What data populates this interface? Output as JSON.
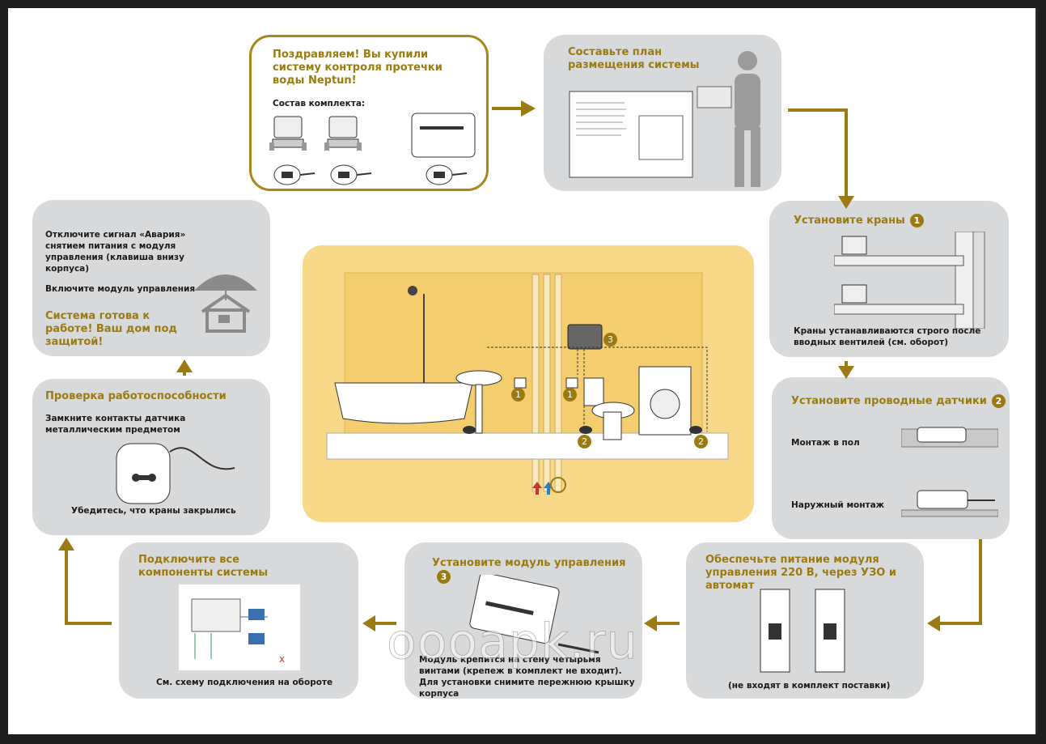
{
  "steps": {
    "congrats": {
      "title": "Поздравляем! Вы купили систему контроля протечки воды Neptun!",
      "kit_label": "Состав комплекта:"
    },
    "plan": {
      "title": "Составьте план размещения системы"
    },
    "valves": {
      "title": "Установите краны",
      "num": "1",
      "note": "Краны устанавливаются строго после вводных вентилей (см. оборот)"
    },
    "sensors": {
      "title": "Установите проводные датчики",
      "num": "2",
      "floor": "Монтаж в пол",
      "surface": "Наружный монтаж"
    },
    "power": {
      "title": "Обеспечьте питание модуля управления 220 В, через УЗО и автомат",
      "note": "(не входят в комплект поставки)"
    },
    "module": {
      "title": "Установите модуль управления",
      "num": "3",
      "note": "Модуль крепится на стену четырьмя винтами (крепеж в комплект не входит). Для установки снимите пережнюю крышку корпуса"
    },
    "connect": {
      "title": "Подключите все компоненты системы",
      "note": "См. схему подключения на обороте"
    },
    "check": {
      "title": "Проверка работоспособности",
      "text": "Замкните контакты датчика металлическим предметом",
      "note": "Убедитесь, что краны закрылись"
    },
    "ready": {
      "text1": "Отключите сигнал «Авария» снятием питания с модуля управления (клавиша внизу корпуса)",
      "text2": "Включите модуль управления",
      "final": "Система готова к работе! Ваш дом под защитой!"
    }
  },
  "center_labels": [
    "1",
    "1",
    "2",
    "2",
    "3"
  ],
  "watermark": "oooapk.ru",
  "colors": {
    "accent": "#9b7a12",
    "box": "#d8d9da",
    "center": "#f8d98a"
  }
}
